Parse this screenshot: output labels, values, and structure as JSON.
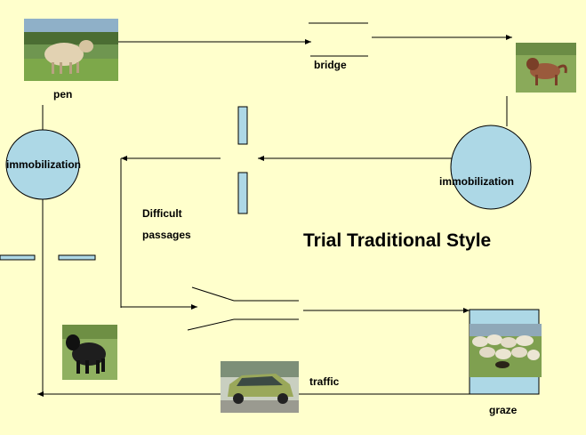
{
  "title": "Trial Traditional Style",
  "labels": {
    "pen": "pen",
    "bridge": "bridge",
    "immobilization_left": "immobilization",
    "immobilization_right": "immobilization",
    "difficult_line1": "Difficult",
    "difficult_line2": "passages",
    "traffic": "traffic",
    "graze": "graze"
  },
  "colors": {
    "background": "#ffffcc",
    "shape_fill": "#add8e6",
    "line": "#000000"
  },
  "images": {
    "pen_photo": "sheep-photo",
    "top_right_photo": "shaggy-dog-photo",
    "bottom_left_photo": "black-corded-dog-photo",
    "traffic_photo": "green-car-photo",
    "graze_photo": "sheep-flock-photo"
  }
}
